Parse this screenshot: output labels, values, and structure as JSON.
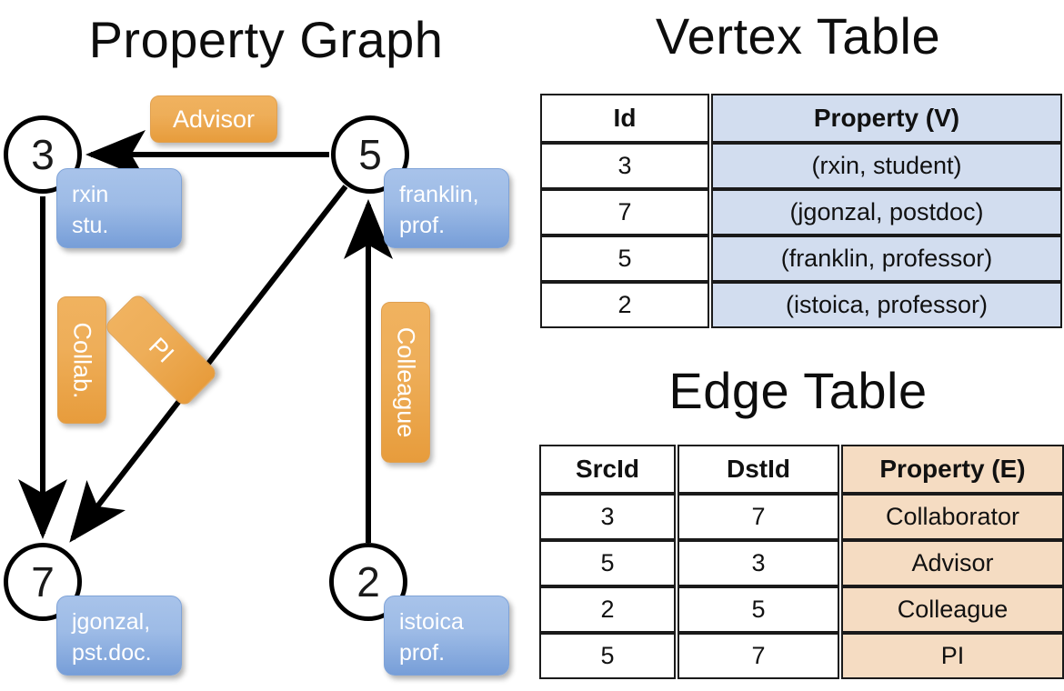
{
  "titles": {
    "property_graph": "Property Graph",
    "vertex_table": "Vertex Table",
    "edge_table": "Edge Table"
  },
  "graph": {
    "nodes": [
      {
        "id": "3",
        "label": "3",
        "property_lines": [
          "rxin",
          "stu."
        ]
      },
      {
        "id": "5",
        "label": "5",
        "property_lines": [
          "franklin,",
          "prof."
        ]
      },
      {
        "id": "7",
        "label": "7",
        "property_lines": [
          "jgonzal,",
          "pst.doc."
        ]
      },
      {
        "id": "2",
        "label": "2",
        "property_lines": [
          "istoica",
          "prof."
        ]
      }
    ],
    "edge_labels": [
      {
        "name": "advisor",
        "text": "Advisor",
        "orientation": "horizontal"
      },
      {
        "name": "collab",
        "text": "Collab.",
        "orientation": "vertical"
      },
      {
        "name": "pi",
        "text": "PI",
        "orientation": "diagonal"
      },
      {
        "name": "colleague",
        "text": "Colleague",
        "orientation": "vertical"
      }
    ],
    "edges": [
      {
        "from": "5",
        "to": "3",
        "label": "Advisor"
      },
      {
        "from": "3",
        "to": "7",
        "label": "Collab."
      },
      {
        "from": "5",
        "to": "7",
        "label": "PI"
      },
      {
        "from": "2",
        "to": "5",
        "label": "Colleague"
      }
    ]
  },
  "vertex_table": {
    "headers": [
      "Id",
      "Property (V)"
    ],
    "rows": [
      {
        "id": "3",
        "property": "(rxin, student)"
      },
      {
        "id": "7",
        "property": "(jgonzal, postdoc)"
      },
      {
        "id": "5",
        "property": "(franklin, professor)"
      },
      {
        "id": "2",
        "property": "(istoica, professor)"
      }
    ]
  },
  "edge_table": {
    "headers": [
      "SrcId",
      "DstId",
      "Property (E)"
    ],
    "rows": [
      {
        "src": "3",
        "dst": "7",
        "property": "Collaborator"
      },
      {
        "src": "5",
        "dst": "3",
        "property": "Advisor"
      },
      {
        "src": "2",
        "dst": "5",
        "property": "Colleague"
      },
      {
        "src": "5",
        "dst": "7",
        "property": "PI"
      }
    ]
  },
  "colors": {
    "vertex_property_fill": "#d2ddef",
    "edge_property_fill": "#f5dcc2",
    "node_property_box": "#9dbbe6",
    "edge_label_badge": "#eeae59",
    "stroke": "#000000"
  }
}
